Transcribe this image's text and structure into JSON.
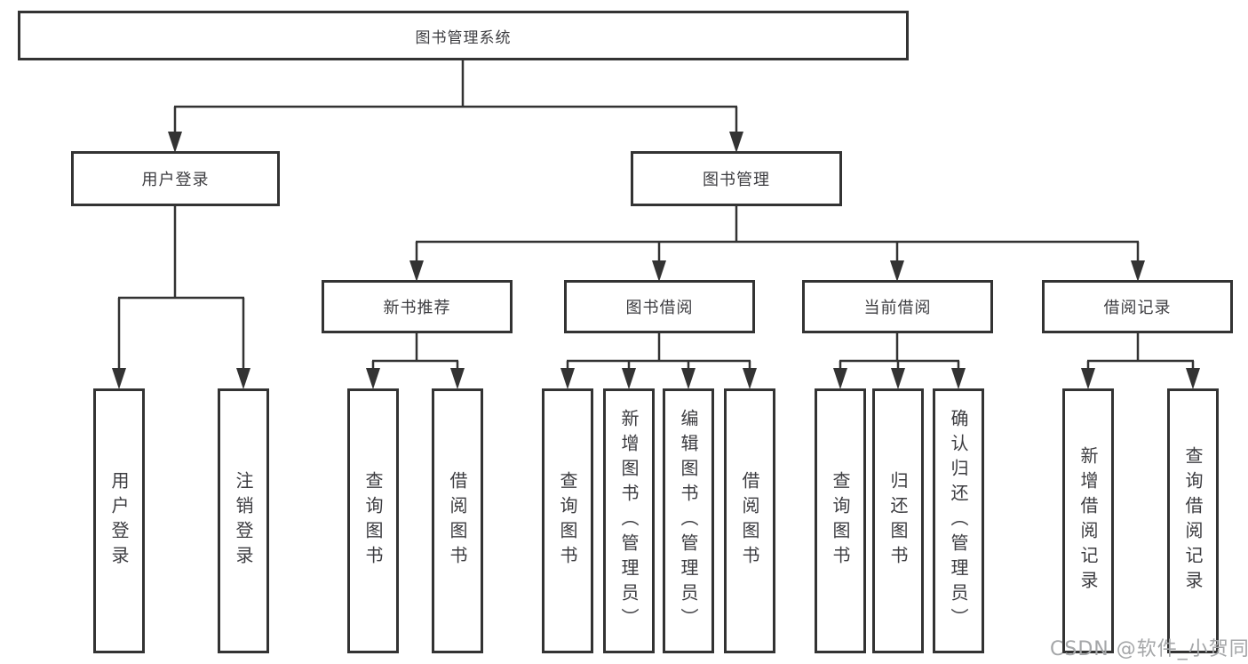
{
  "tree": {
    "root": "图书管理系统",
    "user_login": {
      "label": "用户登录",
      "children": [
        "用户登录",
        "注销登录"
      ]
    },
    "book_mgmt": {
      "label": "图书管理",
      "groups": [
        {
          "label": "新书推荐",
          "children": [
            "查询图书",
            "借阅图书"
          ]
        },
        {
          "label": "图书借阅",
          "children": [
            "查询图书",
            "新增图书（管理员）",
            "编辑图书（管理员）",
            "借阅图书"
          ]
        },
        {
          "label": "当前借阅",
          "children": [
            "查询图书",
            "归还图书",
            "确认归还（管理员）"
          ]
        },
        {
          "label": "借阅记录",
          "children": [
            "新增借阅记录",
            "查询借阅记录"
          ]
        }
      ]
    }
  },
  "watermark": "CSDN @软件_小贺同学",
  "colors": {
    "line": "#333333",
    "text": "#3c3c40",
    "watermark": "#a4a6a8",
    "background": "#ffffff"
  }
}
